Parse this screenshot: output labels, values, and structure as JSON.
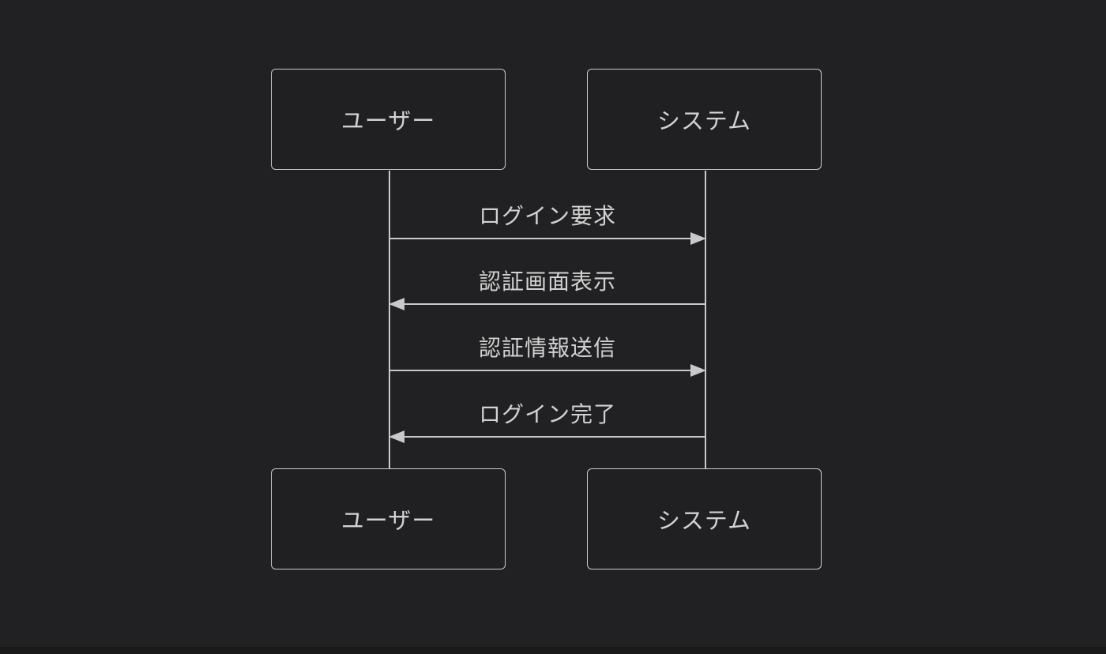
{
  "diagram": {
    "type": "sequence",
    "actors": [
      {
        "label": "ユーザー"
      },
      {
        "label": "システム"
      }
    ],
    "messages": [
      {
        "label": "ログイン要求",
        "direction": "right",
        "from": "ユーザー",
        "to": "システム"
      },
      {
        "label": "認証画面表示",
        "direction": "left",
        "from": "システム",
        "to": "ユーザー"
      },
      {
        "label": "認証情報送信",
        "direction": "right",
        "from": "ユーザー",
        "to": "システム"
      },
      {
        "label": "ログイン完了",
        "direction": "left",
        "from": "システム",
        "to": "ユーザー"
      }
    ],
    "colors": {
      "background": "#212123",
      "bottom_bar": "#1a1a1b",
      "line": "#c9c9c9",
      "text": "#d2d2d2",
      "box_border": "#cccccc",
      "box_fill": "#202022"
    }
  }
}
